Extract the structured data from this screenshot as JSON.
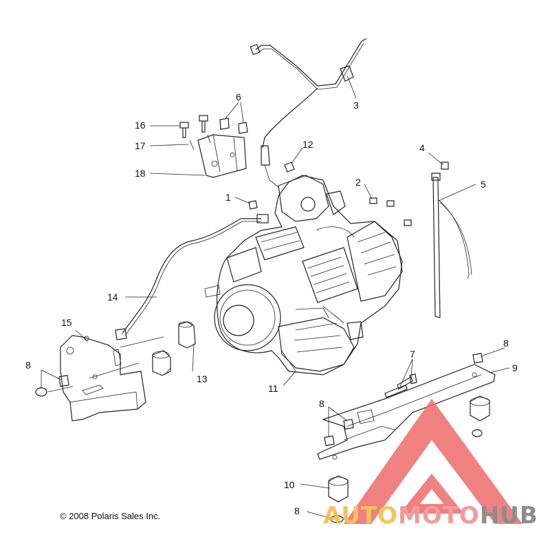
{
  "copyright": "© 2008 Polaris Sales Inc.",
  "callouts": [
    "1",
    "2",
    "3",
    "4",
    "5",
    "6",
    "7",
    "8",
    "9",
    "10",
    "11",
    "12",
    "13",
    "14",
    "15",
    "16",
    "17",
    "18"
  ],
  "watermark": {
    "word_a": "AUTO",
    "word_b": "MOTO",
    "word_c": "HUB",
    "color_a": "#f4b942",
    "color_b": "#f08a8a",
    "color_c": "#7a7a7a",
    "triangle_color": "#ef6b6b"
  }
}
